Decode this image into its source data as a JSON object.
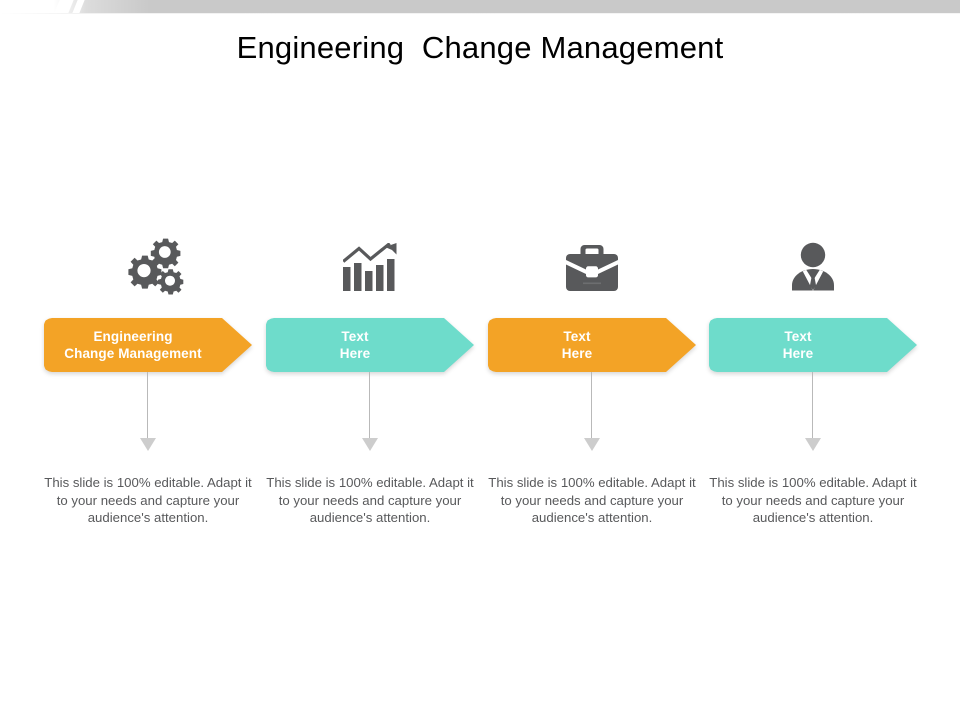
{
  "slide": {
    "title": "Engineering  Change Management",
    "colors": {
      "orange": "#f3a326",
      "teal": "#6edccb",
      "top_bar_grey": "#c9c9c9",
      "body_text": "#58595b",
      "connector": "#b9b9b9",
      "title_text": "#000000",
      "banner_label": "#ffffff"
    }
  },
  "columns": [
    {
      "icon": "gears-icon",
      "banner_label": "Engineering\nChange Management",
      "banner_color": "orange",
      "body": "This slide is 100% editable. Adapt it to your needs and capture your audience's attention."
    },
    {
      "icon": "bar-chart-growth-icon",
      "banner_label": "Text\nHere",
      "banner_color": "teal",
      "body": "This slide is 100% editable. Adapt it to your needs and capture your audience's attention."
    },
    {
      "icon": "briefcase-icon",
      "banner_label": "Text\nHere",
      "banner_color": "orange",
      "body": "This slide is 100% editable. Adapt it to your needs and capture your audience's attention."
    },
    {
      "icon": "businessman-icon",
      "banner_label": "Text\nHere",
      "banner_color": "teal",
      "body": "This slide is 100% editable. Adapt it to your needs and capture your audience's attention."
    }
  ]
}
